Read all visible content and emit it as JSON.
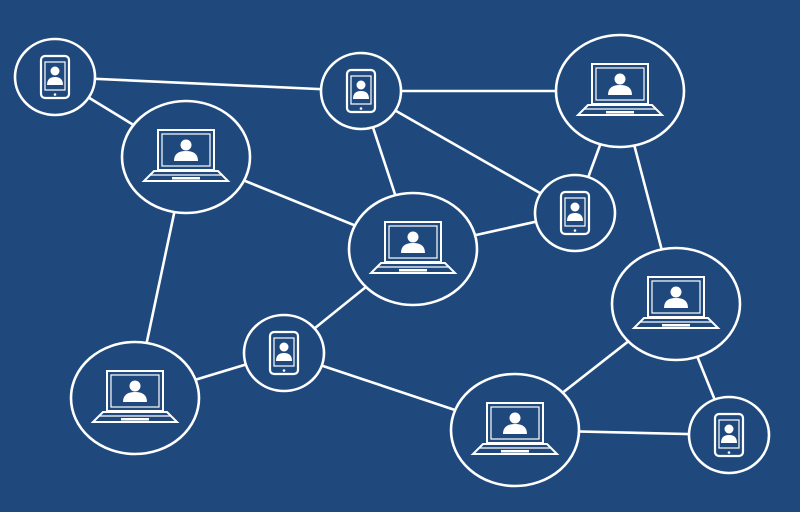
{
  "colors": {
    "background": "#1f497d",
    "stroke": "#ffffff"
  },
  "nodes": [
    {
      "id": "n1",
      "device": "phone-icon"
    },
    {
      "id": "n2",
      "device": "laptop-icon"
    },
    {
      "id": "n3",
      "device": "phone-icon"
    },
    {
      "id": "n4",
      "device": "laptop-icon"
    },
    {
      "id": "n5",
      "device": "phone-icon"
    },
    {
      "id": "n6",
      "device": "laptop-icon"
    },
    {
      "id": "n7",
      "device": "laptop-icon"
    },
    {
      "id": "n8",
      "device": "phone-icon"
    },
    {
      "id": "n9",
      "device": "laptop-icon"
    },
    {
      "id": "n10",
      "device": "laptop-icon"
    },
    {
      "id": "n11",
      "device": "phone-icon"
    }
  ],
  "edges": [
    [
      "n1",
      "n3"
    ],
    [
      "n1",
      "n2"
    ],
    [
      "n3",
      "n4"
    ],
    [
      "n3",
      "n6"
    ],
    [
      "n3",
      "n5"
    ],
    [
      "n2",
      "n6"
    ],
    [
      "n2",
      "n9"
    ],
    [
      "n6",
      "n5"
    ],
    [
      "n6",
      "n8"
    ],
    [
      "n4",
      "n5"
    ],
    [
      "n4",
      "n7"
    ],
    [
      "n8",
      "n9"
    ],
    [
      "n8",
      "n10"
    ],
    [
      "n7",
      "n10"
    ],
    [
      "n7",
      "n11"
    ],
    [
      "n10",
      "n11"
    ]
  ]
}
